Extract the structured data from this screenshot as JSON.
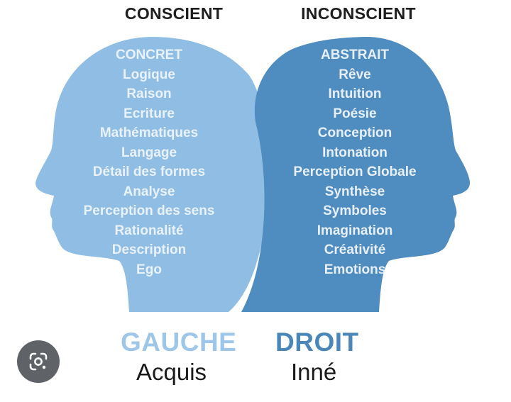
{
  "headers": {
    "left": "CONSCIENT",
    "right": "INCONSCIENT"
  },
  "left_list": [
    "CONCRET",
    "Logique",
    "Raison",
    "Ecriture",
    "Mathématiques",
    "Langage",
    "Détail des formes",
    "Analyse",
    "Perception des sens",
    "Rationalité",
    "Description",
    "Ego"
  ],
  "right_list": [
    "ABSTRAIT",
    "Rêve",
    "Intuition",
    "Poésie",
    "Conception",
    "Intonation",
    "Perception Globale",
    "Synthèse",
    "Symboles",
    "Imagination",
    "Créativité",
    "Emotions"
  ],
  "footer": {
    "left_title": "GAUCHE",
    "left_subtitle": "Acquis",
    "right_title": "DROIT",
    "right_subtitle": "Inné"
  },
  "colors": {
    "left_head": "#8fbde3",
    "right_head": "#4f8cc0",
    "left_title": "#9ec6e9",
    "right_title": "#4a86b8"
  },
  "icons": {
    "lens_button": "google-lens-icon"
  }
}
